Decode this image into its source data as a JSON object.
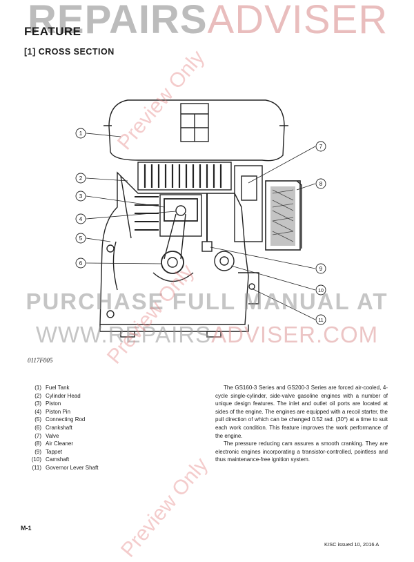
{
  "watermark": {
    "top_part1": "REPAIRS",
    "top_part2": "ADVISER",
    "line1": "PURCHASE FULL MANUAL AT",
    "line2_part1": "WWW.REPAIRS",
    "line2_part2": "ADVISER.COM",
    "preview": "Preview Only"
  },
  "page": {
    "title": "FEATURE",
    "section": "[1] CROSS SECTION",
    "figure_code": "0117F005",
    "page_number": "M-1",
    "issue": "KISC issued 10, 2016 A"
  },
  "callouts": [
    "1",
    "2",
    "3",
    "4",
    "5",
    "6",
    "7",
    "8",
    "9",
    "10",
    "11"
  ],
  "parts": [
    {
      "num": "(1)",
      "name": "Fuel Tank"
    },
    {
      "num": "(2)",
      "name": "Cylinder Head"
    },
    {
      "num": "(3)",
      "name": "Piston"
    },
    {
      "num": "(4)",
      "name": "Piston Pin"
    },
    {
      "num": "(5)",
      "name": "Connecting Rod"
    },
    {
      "num": "(6)",
      "name": "Crankshaft"
    },
    {
      "num": "(7)",
      "name": "Valve"
    },
    {
      "num": "(8)",
      "name": "Air Cleaner"
    },
    {
      "num": "(9)",
      "name": "Tappet"
    },
    {
      "num": "(10)",
      "name": "Camshaft"
    },
    {
      "num": "(11)",
      "name": "Governor Lever Shaft"
    }
  ],
  "description": [
    "The GS160-3 Series and GS200-3 Series are forced air-cooled, 4-cycle single-cylinder, side-valve gasoline engines with a number of unique design features. The inlet and outlet oil ports are located at sides of the engine. The engines are equipped with a recoil starter, the pull direction of which can be changed 0.52 rad. (30°) at a time to suit each work condition. This feature improves the work performance of the engine.",
    "The pressure reducing cam assures a smooth cranking. They are electronic engines incorporating a transistor-controlled, pointless and thus maintenance-free ignition system."
  ]
}
